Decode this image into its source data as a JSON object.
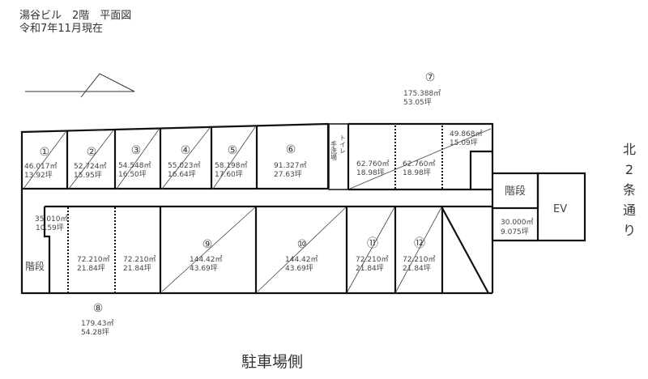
{
  "header": {
    "title": "湯谷ビル　2階　平面図",
    "date": "令和7年11月現在"
  },
  "street": [
    "北",
    "2",
    "条",
    "通",
    "り"
  ],
  "footer": "駐車場側",
  "labels": {
    "stairs_left": "階段",
    "stairs_right": "階段",
    "ev": "EV",
    "washroom": "手洗場",
    "toilet": "トイレ"
  },
  "units": [
    {
      "no": "①",
      "sqm": "46.017㎡",
      "tsubo": "13.92坪"
    },
    {
      "no": "②",
      "sqm": "52.724㎡",
      "tsubo": "15.95坪"
    },
    {
      "no": "③",
      "sqm": "54.548㎡",
      "tsubo": "16.50坪"
    },
    {
      "no": "④",
      "sqm": "55.023㎡",
      "tsubo": "16.64坪"
    },
    {
      "no": "⑤",
      "sqm": "58.198㎡",
      "tsubo": "17.60坪"
    },
    {
      "no": "⑥",
      "sqm": "91.327㎡",
      "tsubo": "27.63坪"
    },
    {
      "no": "⑦",
      "sqm": "175.388㎡",
      "tsubo": "53.05坪",
      "parts": [
        {
          "sqm": "62.760㎡",
          "tsubo": "18.98坪"
        },
        {
          "sqm": "62.760㎡",
          "tsubo": "18.98坪"
        },
        {
          "sqm": "49.868㎡",
          "tsubo": "15.09坪"
        }
      ]
    },
    {
      "no": "⑧",
      "sqm": "179.43㎡",
      "tsubo": "54.28坪",
      "parts": [
        {
          "sqm": "35.010㎡",
          "tsubo": "10.59坪"
        },
        {
          "sqm": "72.210㎡",
          "tsubo": "21.84坪"
        },
        {
          "sqm": "72.210㎡",
          "tsubo": "21.84坪"
        }
      ]
    },
    {
      "no": "⑨",
      "sqm": "144.42㎡",
      "tsubo": "43.69坪"
    },
    {
      "no": "⑩",
      "sqm": "144.42㎡",
      "tsubo": "43.69坪"
    },
    {
      "no": "⑪",
      "sqm": "72.210㎡",
      "tsubo": "21.84坪"
    },
    {
      "no": "⑫",
      "sqm": "72.210㎡",
      "tsubo": "21.84坪"
    }
  ],
  "storage": {
    "sqm": "30.000㎡",
    "tsubo": "9.075坪"
  }
}
